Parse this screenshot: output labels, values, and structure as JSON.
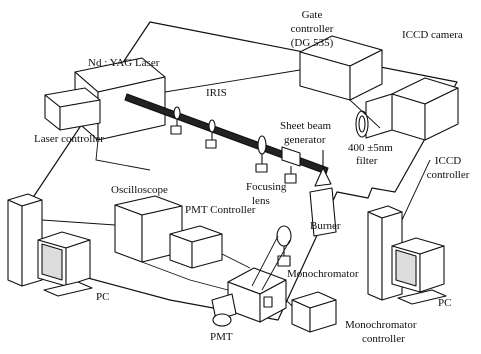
{
  "diagram": {
    "labels": {
      "gate_controller_line1": "Gate",
      "gate_controller_line2": "controller",
      "gate_controller_line3": "(DG 535)",
      "iccd_camera": "ICCD camera",
      "laser": "Nd : YAG Laser",
      "iris": "IRIS",
      "laser_controller": "Laser controller",
      "sheet_beam_line1": "Sheet beam",
      "sheet_beam_line2": "generator",
      "filter_line1": "400 ±5nm",
      "filter_line2": "filter",
      "iccd_controller_line1": "ICCD",
      "iccd_controller_line2": "controller",
      "oscilloscope": "Oscilloscope",
      "pmt_controller": "PMT Controller",
      "focusing_lens_line1": "Focusing",
      "focusing_lens_line2": "lens",
      "burner": "Burner",
      "monochromator": "Monochromator",
      "pc_left": "PC",
      "pc_right": "PC",
      "pmt": "PMT",
      "mono_controller_line1": "Monochromator",
      "mono_controller_line2": "controller"
    },
    "colors": {
      "ink": "#111111",
      "box_fill": "#ffffff",
      "beam": "#222222"
    }
  }
}
